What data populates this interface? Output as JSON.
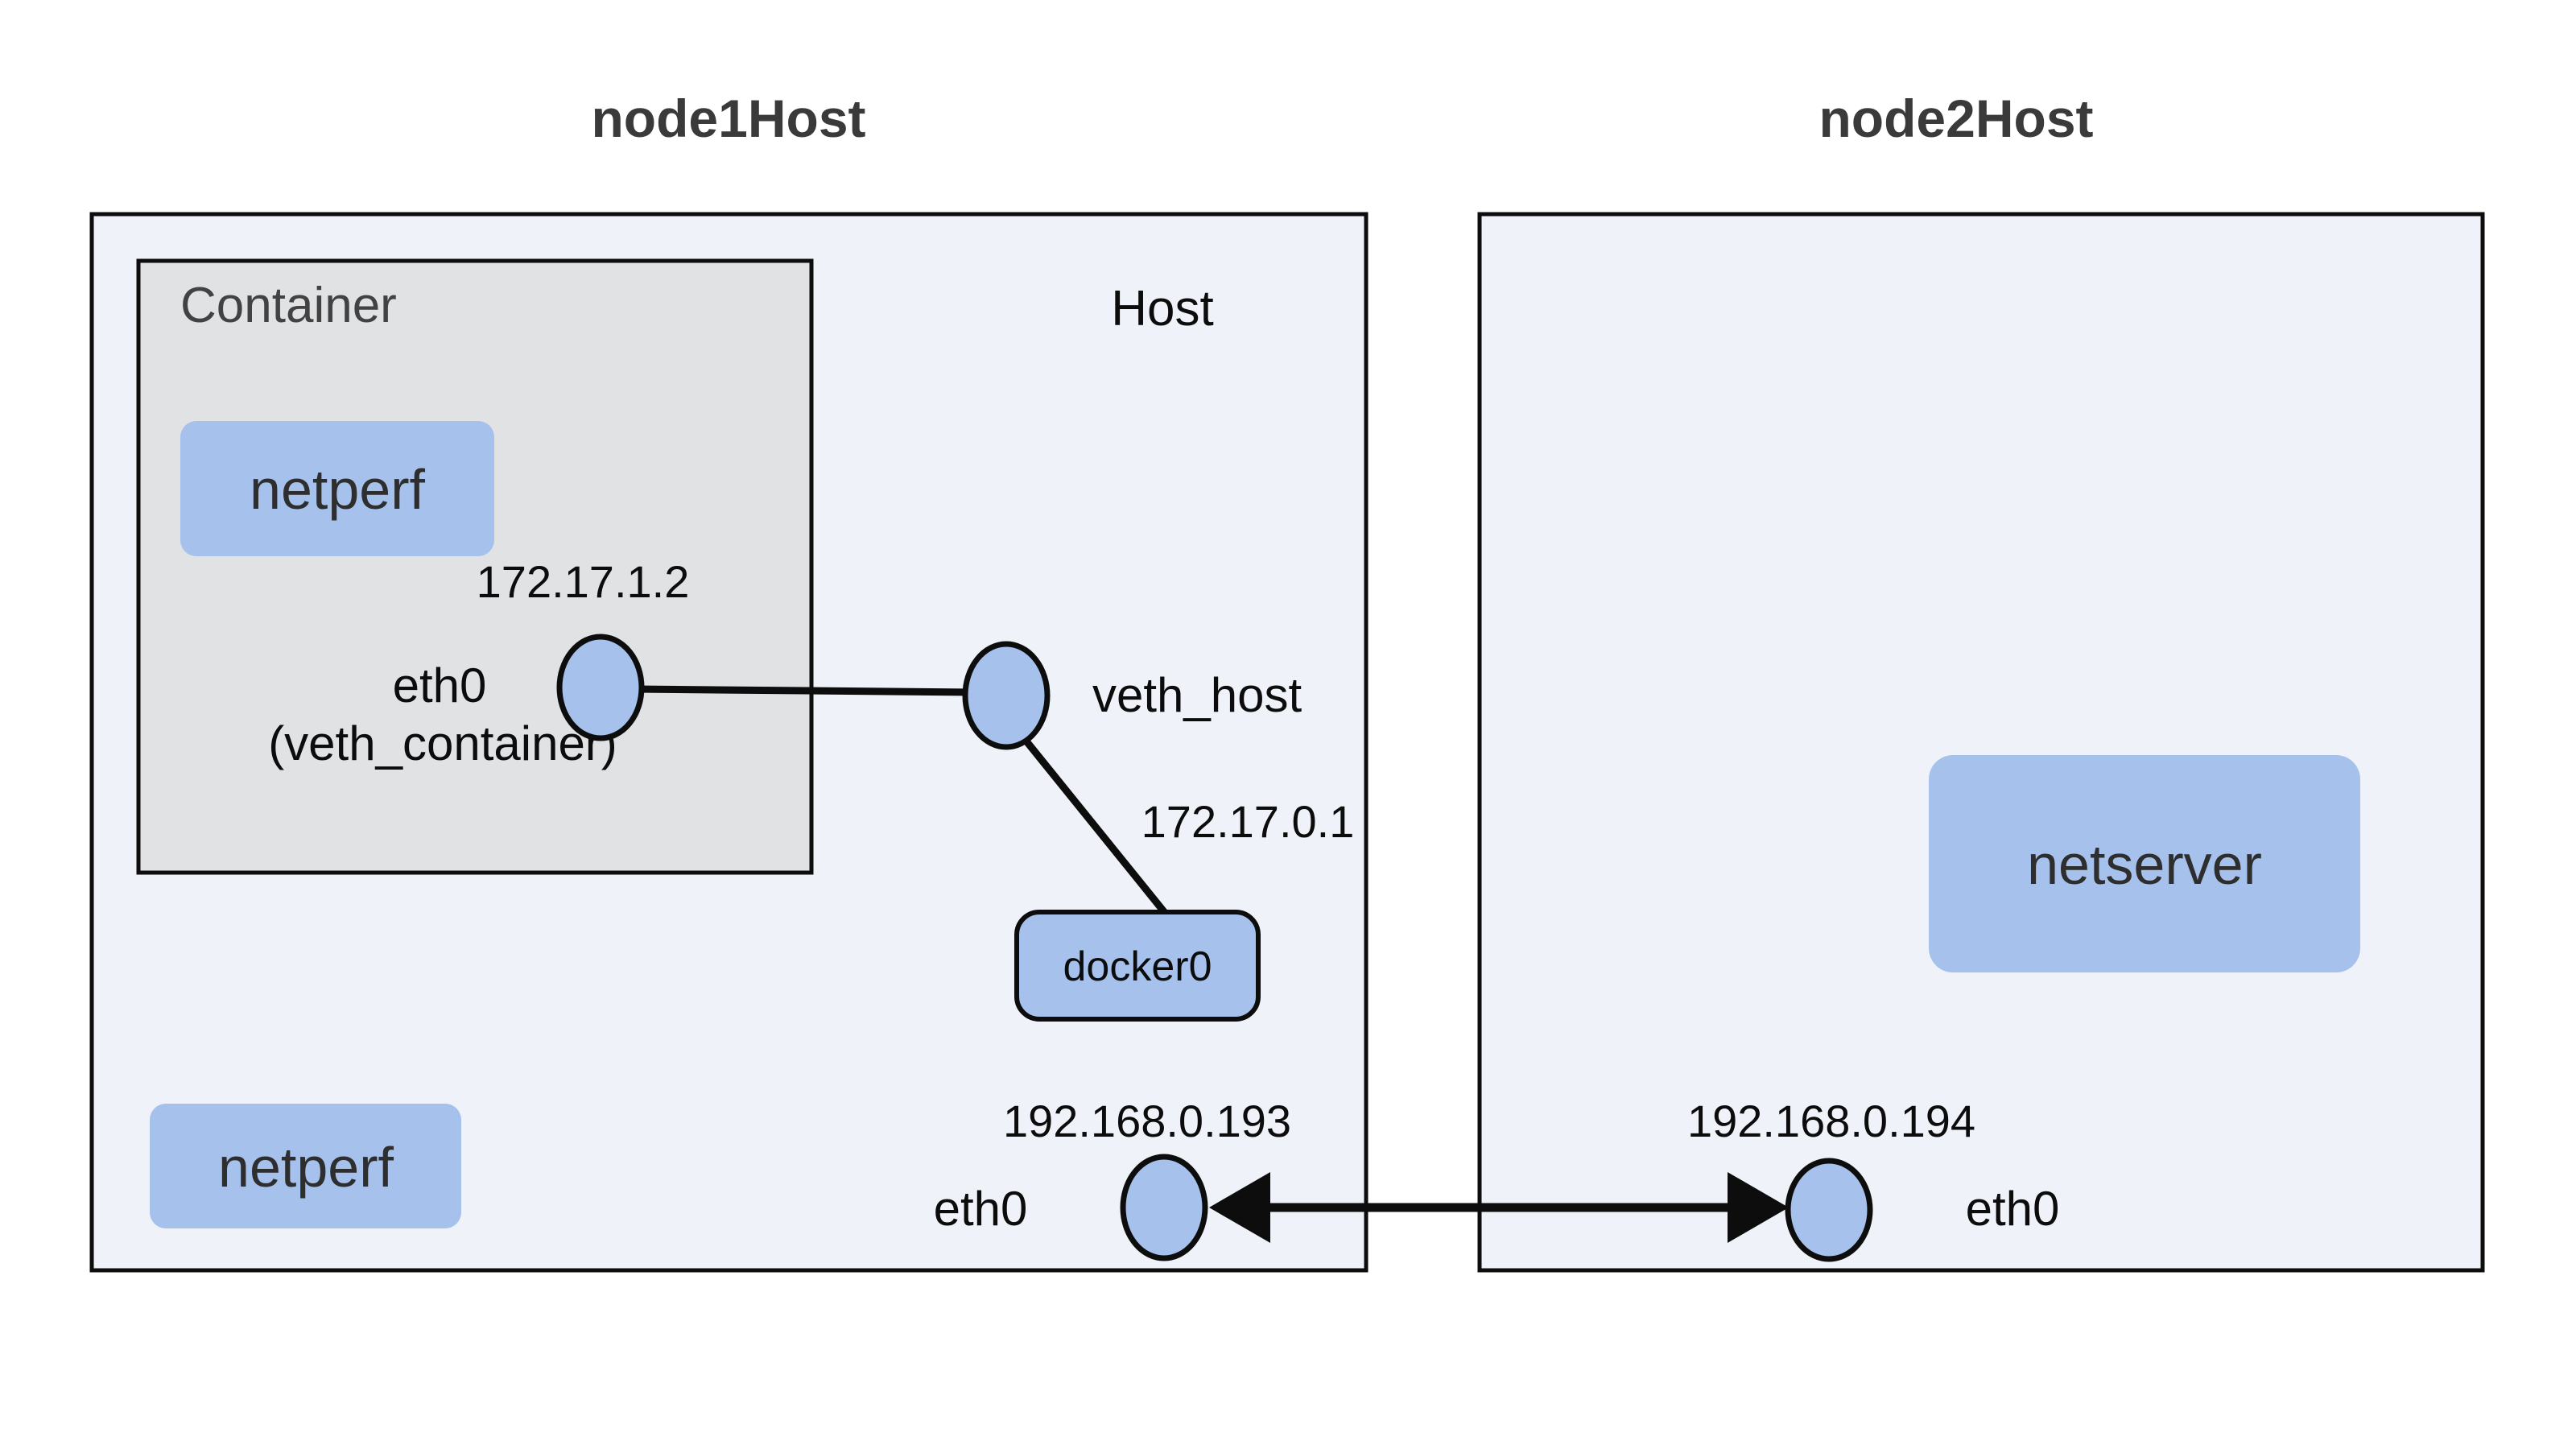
{
  "node1": {
    "title": "node1Host",
    "host_label": "Host",
    "container": {
      "label": "Container",
      "netperf_label": "netperf",
      "eth0_ip": "172.17.1.2",
      "eth0_label": "eth0",
      "eth0_alias": "(veth_container)"
    },
    "veth_host_label": "veth_host",
    "docker0": {
      "ip": "172.17.0.1",
      "label": "docker0"
    },
    "eth0_ip": "192.168.0.193",
    "eth0_label": "eth0",
    "netperf_label": "netperf"
  },
  "node2": {
    "title": "node2Host",
    "netserver_label": "netserver",
    "eth0_ip": "192.168.0.194",
    "eth0_label": "eth0"
  },
  "colors": {
    "accent_blue": "#a6c2ec",
    "host_background": "#eff3f9",
    "container_background": "#e0e2e4",
    "line_black": "#0d0d0d",
    "page_background": "#ffffff"
  }
}
